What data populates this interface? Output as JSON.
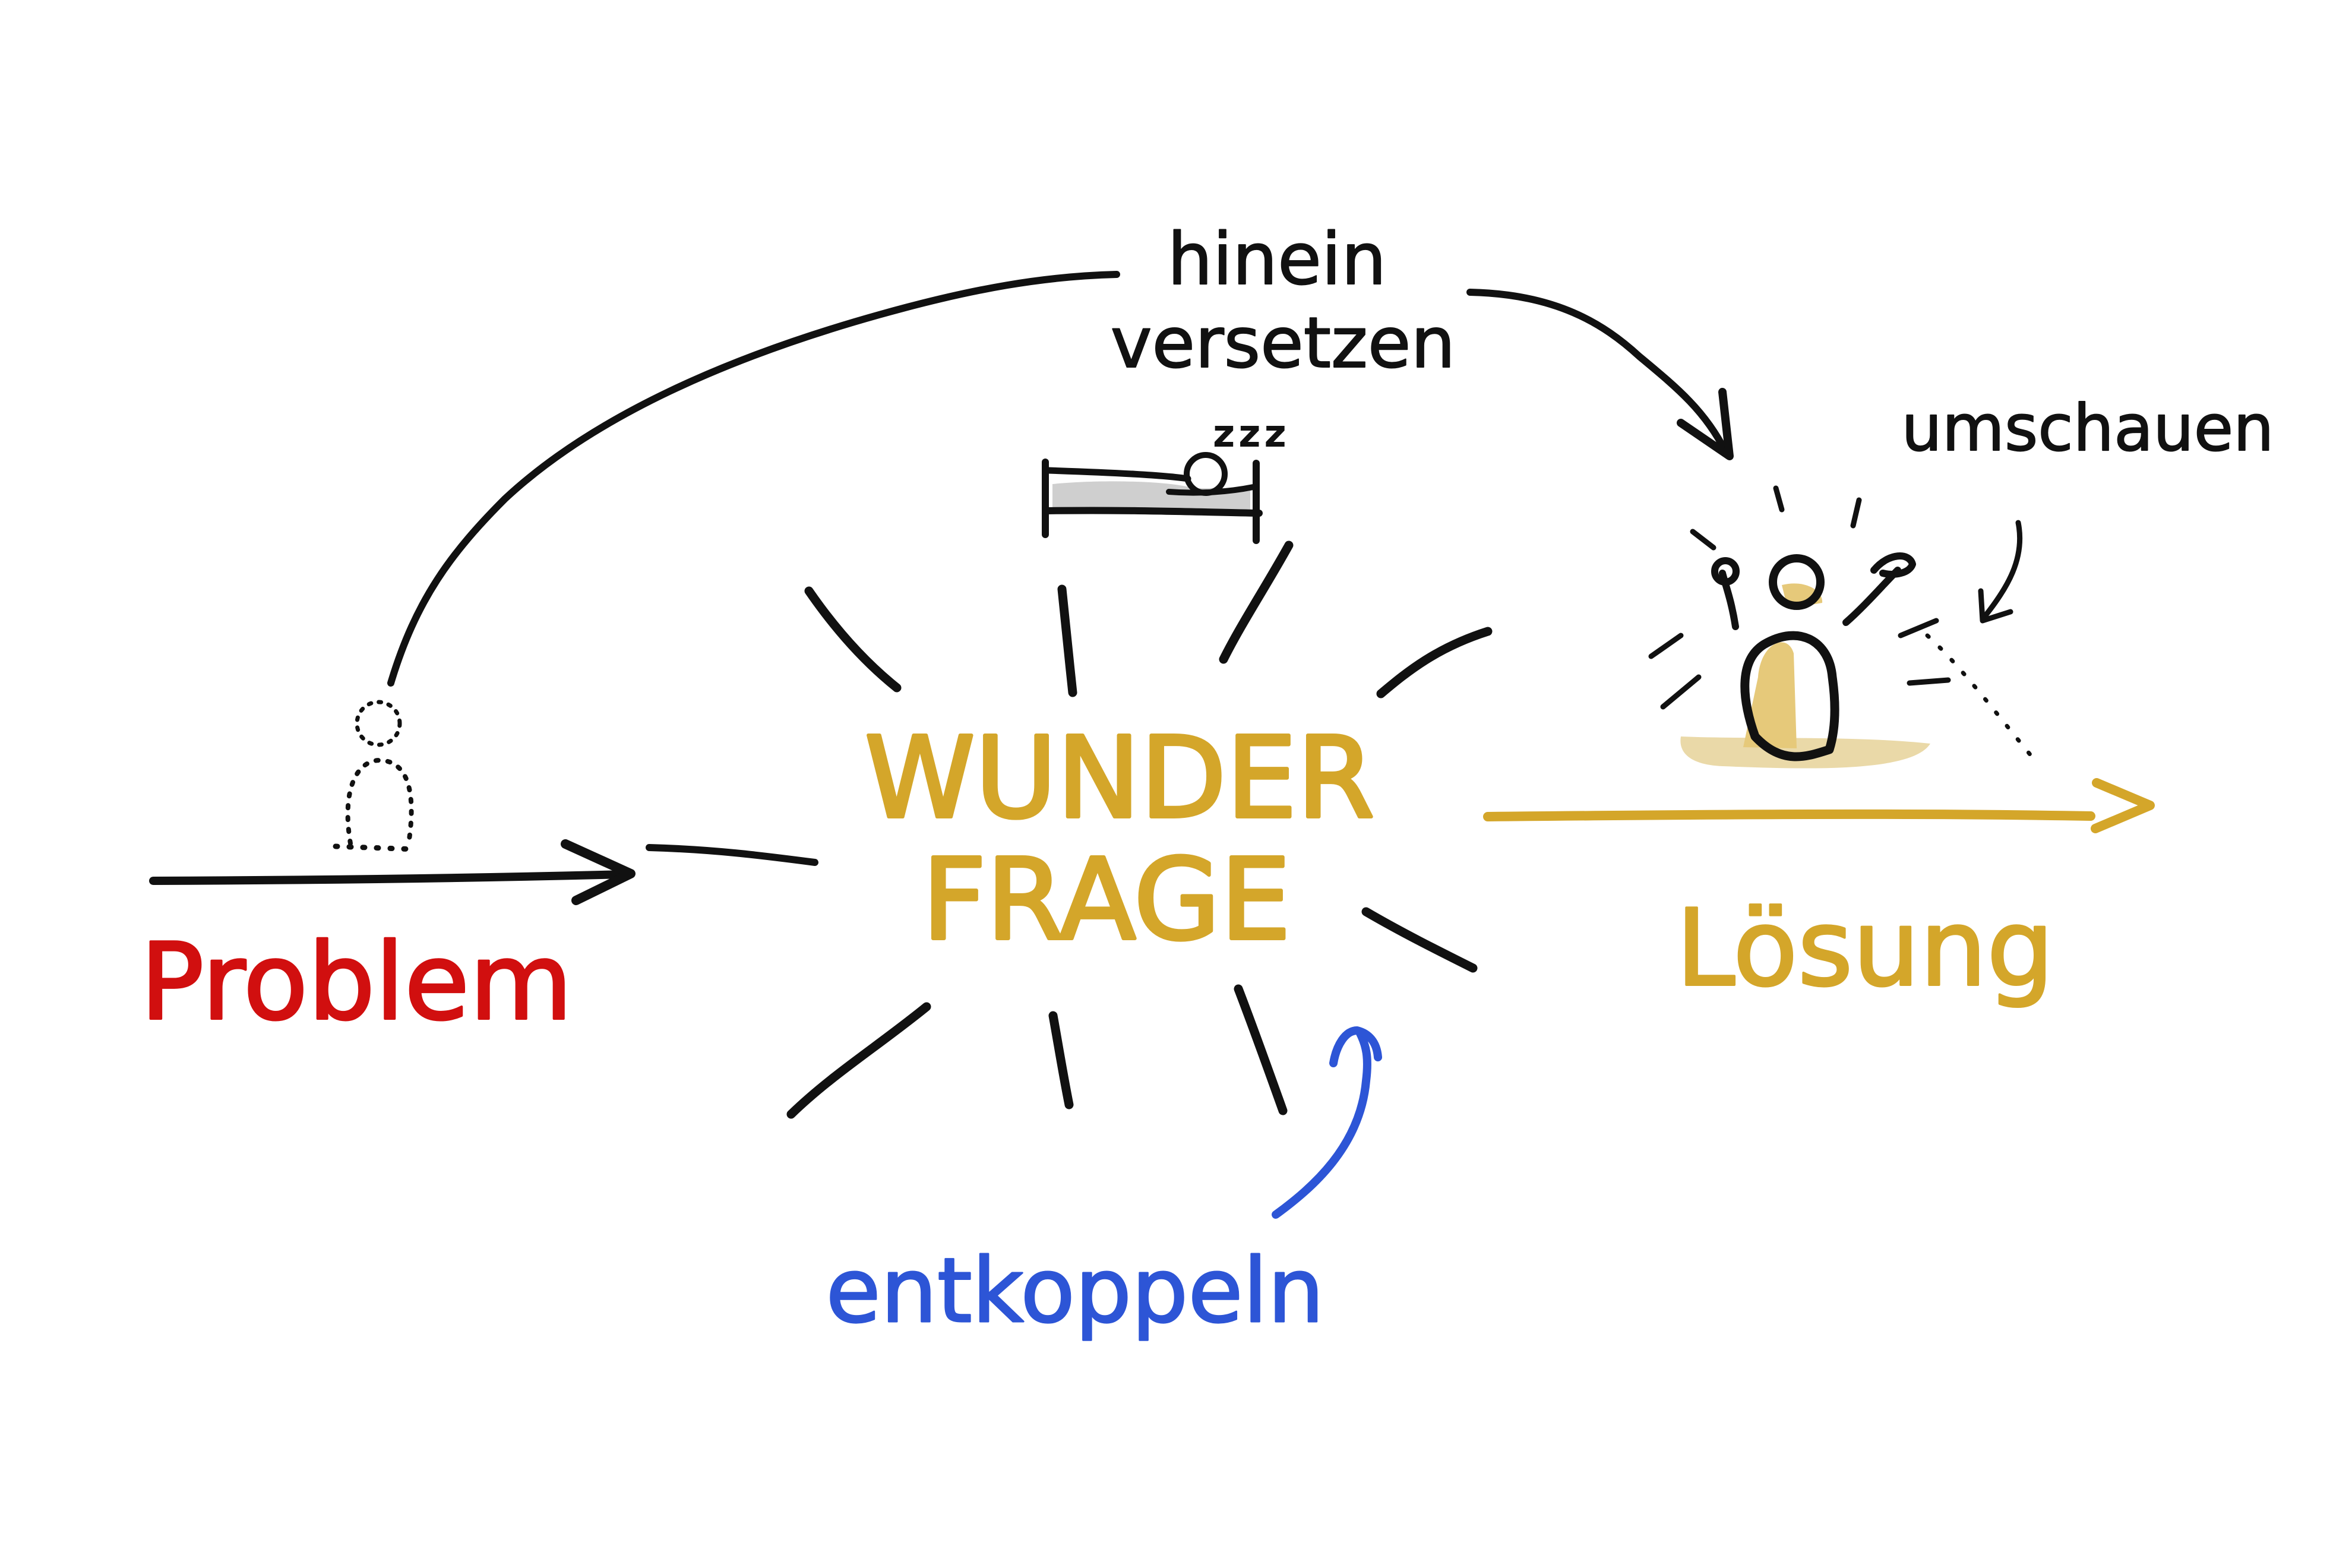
{
  "labels": {
    "problem": "Problem",
    "wunder_line1": "WUNDER",
    "wunder_line2": "FRAGE",
    "loesung": "Lösung",
    "hinein_line1": "hinein",
    "hinein_line2": "versetzen",
    "umschauen": "umschauen",
    "entkoppeln": "entkoppeln",
    "sleep_zzz": "zzz"
  },
  "colors": {
    "problem": "#d10f0f",
    "wunder": "#d4a62a",
    "loesung": "#d4a62a",
    "entkoppeln": "#2d55d6",
    "ink": "#111111",
    "highlight": "#ead9a8",
    "sheet": "#cfcfcf"
  }
}
